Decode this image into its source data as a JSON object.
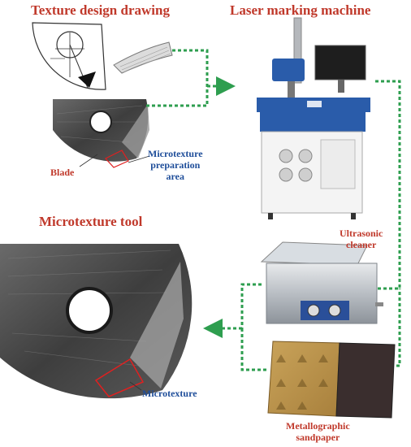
{
  "labels": {
    "texture_design_drawing": "Texture design drawing",
    "laser_marking_machine": "Laser marking machine",
    "blade": "Blade",
    "microtexture_preparation_area_l1": "Microtexture",
    "microtexture_preparation_area_l2": "preparation",
    "microtexture_preparation_area_l3": "area",
    "microtexture_tool": "Microtexture tool",
    "ultrasonic_cleaner_l1": "Ultrasonic",
    "ultrasonic_cleaner_l2": "cleaner",
    "microtexture": "Microtexture",
    "metallographic_sandpaper_l1": "Metallographic",
    "metallographic_sandpaper_l2": "sandpaper"
  },
  "colors": {
    "title_red": "#c0392b",
    "label_blue": "#1f4e9a",
    "arrow_green": "#2e9e4f",
    "machine_blue": "#2a5caa",
    "highlight_red": "#e02020"
  },
  "icons": [
    "texture-drawing-illustration",
    "blade-photo",
    "laser-marking-machine-photo",
    "microtexture-tool-photo",
    "ultrasonic-cleaner-photo",
    "sandpaper-photo"
  ]
}
